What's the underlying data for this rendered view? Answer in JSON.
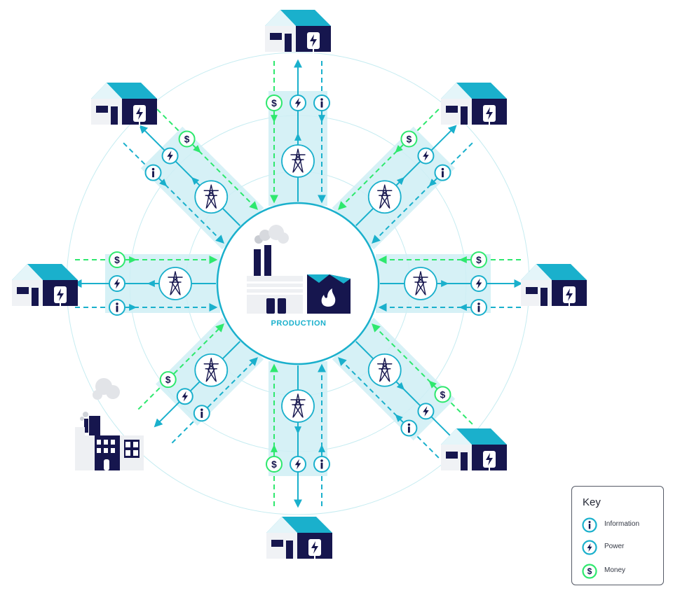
{
  "center": {
    "label": "PRODUCTION"
  },
  "key": {
    "title": "Key",
    "items": [
      {
        "symbol": "i",
        "label": "Information",
        "color": "#1ab0cc"
      },
      {
        "symbol": "power",
        "label": "Power",
        "color": "#1ab0cc"
      },
      {
        "symbol": "$",
        "label": "Money",
        "color": "#2ee86e"
      }
    ]
  },
  "colors": {
    "navy": "#16164e",
    "teal": "#1ab0cc",
    "green": "#2ee86e",
    "spoke": "#cfeef5",
    "ring": "#c6ecf1"
  },
  "nodes": [
    {
      "name": "house-top",
      "type": "house",
      "flows": [
        "money",
        "power",
        "information"
      ]
    },
    {
      "name": "house-top-right",
      "type": "house",
      "flows": [
        "money",
        "power",
        "information"
      ]
    },
    {
      "name": "house-right",
      "type": "house",
      "flows": [
        "money",
        "power",
        "information"
      ]
    },
    {
      "name": "house-bottom-right",
      "type": "house",
      "flows": [
        "money",
        "power",
        "information"
      ]
    },
    {
      "name": "house-bottom",
      "type": "house",
      "flows": [
        "information",
        "power",
        "money"
      ]
    },
    {
      "name": "factory-bottom-left",
      "type": "factory",
      "flows": [
        "information",
        "power",
        "money"
      ]
    },
    {
      "name": "house-left",
      "type": "house",
      "flows": [
        "information",
        "power",
        "money"
      ]
    },
    {
      "name": "house-top-left",
      "type": "house",
      "flows": [
        "information",
        "power",
        "money"
      ]
    }
  ]
}
